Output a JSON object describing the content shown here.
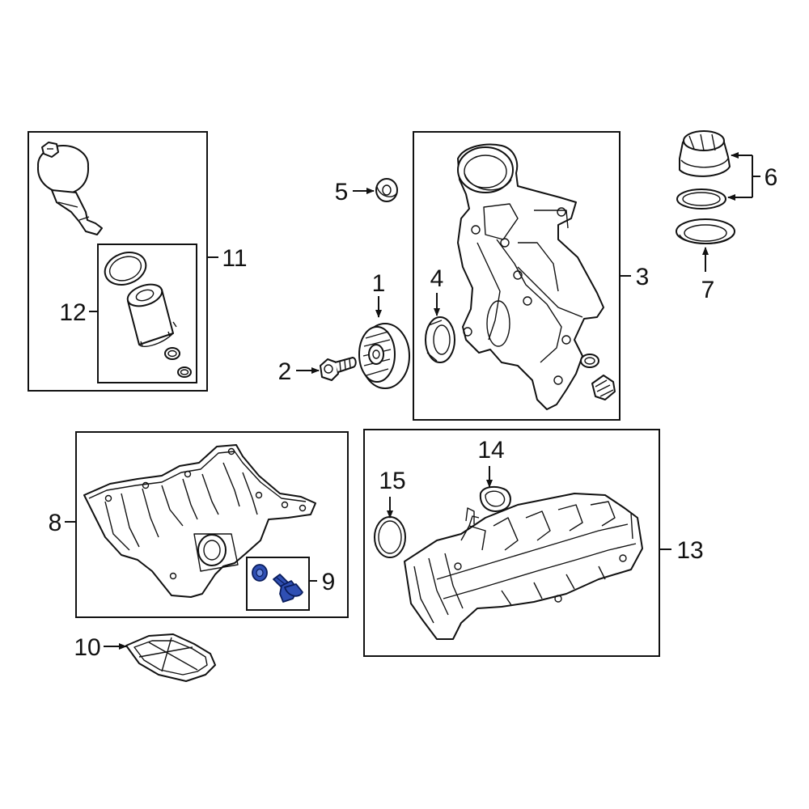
{
  "callouts": {
    "c1": "1",
    "c2": "2",
    "c3": "3",
    "c4": "4",
    "c5": "5",
    "c6": "6",
    "c7": "7",
    "c8": "8",
    "c9": "9",
    "c10": "10",
    "c11": "11",
    "c12": "12",
    "c13": "13",
    "c14": "14",
    "c15": "15"
  },
  "colors": {
    "highlight": "#2f4fb3",
    "line": "#111111",
    "background": "#ffffff"
  }
}
